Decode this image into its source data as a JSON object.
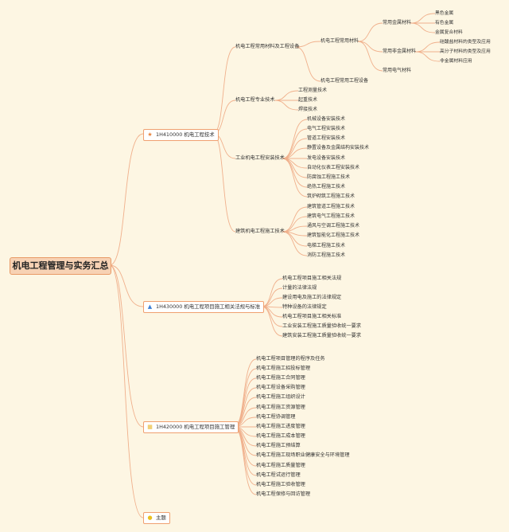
{
  "root": {
    "label": "机电工程管理与实务汇总"
  },
  "branches": [
    {
      "label": "1H410000 机电工程技术",
      "icon": "star-icon",
      "icon_color": "#e8833a"
    },
    {
      "label": "1H430000 机电工程项目施工相关法规与标准",
      "icon": "flame-icon",
      "icon_color": "#3b7fd6"
    },
    {
      "label": "1H420000 机电工程项目施工管理",
      "icon": "clipboard-icon",
      "icon_color": "#e8b830"
    },
    {
      "label": "主题",
      "icon": "bulb-icon",
      "icon_color": "#e8c020"
    }
  ],
  "tech": {
    "materials": "机电工程常用材料及工程设备",
    "materials_sub": "机电工程常用材料",
    "metal": "常用金属材料",
    "metal_items": [
      "黑色金属",
      "有色金属",
      "金属复合材料"
    ],
    "nonmetal": "常用非金属材料",
    "nonmetal_items": [
      "硅酸盐材料的类型及应用",
      "高分子材料的类型及应用",
      "非金属材料应用"
    ],
    "electric": "常用电气材料",
    "equipment": "机电工程常用工程设备",
    "professional": "机电工程专业技术",
    "professional_items": [
      "工程测量技术",
      "起重技术",
      "焊接技术"
    ],
    "industrial": "工业机电工程安装技术",
    "industrial_items": [
      "机械设备安装技术",
      "电气工程安装技术",
      "管道工程安装技术",
      "静置设备及金属结构安装技术",
      "发电设备安装技术",
      "自动化仪表工程安装技术",
      "防腐蚀工程施工技术",
      "绝热工程施工技术",
      "筑炉砌筑工程施工技术"
    ],
    "building": "建筑机电工程施工技术",
    "building_items": [
      "建筑管道工程施工技术",
      "建筑电气工程施工技术",
      "通风与空调工程施工技术",
      "建筑智能化工程施工技术",
      "电梯工程施工技术",
      "消防工程施工技术"
    ]
  },
  "laws": [
    "机电工程项目施工相关法规",
    "计量的法律法规",
    "建设用电及施工的法律规定",
    "特种设备的法律规定",
    "机电工程项目施工相关标准",
    "工业安装工程施工质量验收统一要求",
    "建筑安装工程施工质量验收统一要求"
  ],
  "mgmt": [
    "机电工程项目管理的程序及任务",
    "机电工程施工招投标管理",
    "机电工程施工合同管理",
    "机电工程设备采购管理",
    "机电工程施工组织设计",
    "机电工程施工资源管理",
    "机电工程协调管理",
    "机电工程施工进度管理",
    "机电工程施工成本管理",
    "机电工程施工预结算",
    "机电工程施工现场职业健康安全与环境管理",
    "机电工程施工质量管理",
    "机电工程试运行管理",
    "机电工程施工验收管理",
    "机电工程保修与回访管理"
  ]
}
